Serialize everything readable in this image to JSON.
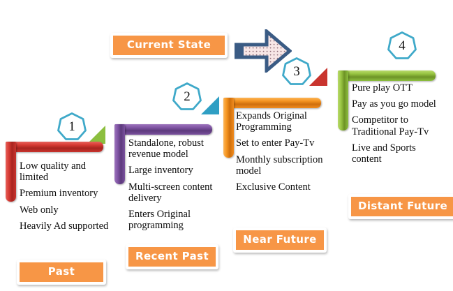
{
  "diagram": {
    "title_banner": {
      "label": "Current State"
    },
    "arrow": {
      "name": "right-block-arrow",
      "outline_color": "#3a5b84",
      "fill_color": "#f2dcdc"
    },
    "badge_outline_color": "#3fa9c9",
    "pill_color": "#f79646",
    "stages": [
      {
        "number": "1",
        "label": "Past",
        "accent_color": "#c9342e",
        "items": [
          "Low quality and limited",
          "Premium inventory",
          "Web only",
          "Heavily Ad supported"
        ]
      },
      {
        "number": "2",
        "label": "Recent Past",
        "accent_color": "#7a519e",
        "items": [
          "Standalone, robust revenue model",
          "Large inventory",
          "Multi-screen content delivery",
          "Enters Original programming"
        ]
      },
      {
        "number": "3",
        "label": "Near Future",
        "accent_color": "#f08b1d",
        "items": [
          "Expands Original Programming",
          "Set to enter Pay-Tv",
          "Monthly subscription model",
          "Exclusive Content"
        ]
      },
      {
        "number": "4",
        "label": "Distant Future",
        "accent_color": "#8cbf3f",
        "items": [
          "Pure play OTT",
          "Pay as you go model",
          "Competitor to Traditional Pay-Tv",
          "Live and Sports content"
        ]
      }
    ],
    "connector_triangles": [
      {
        "name": "triangle-green",
        "color": "#8cbf3f"
      },
      {
        "name": "triangle-teal",
        "color": "#2f9fc4"
      },
      {
        "name": "triangle-red",
        "color": "#c9342e"
      }
    ]
  }
}
